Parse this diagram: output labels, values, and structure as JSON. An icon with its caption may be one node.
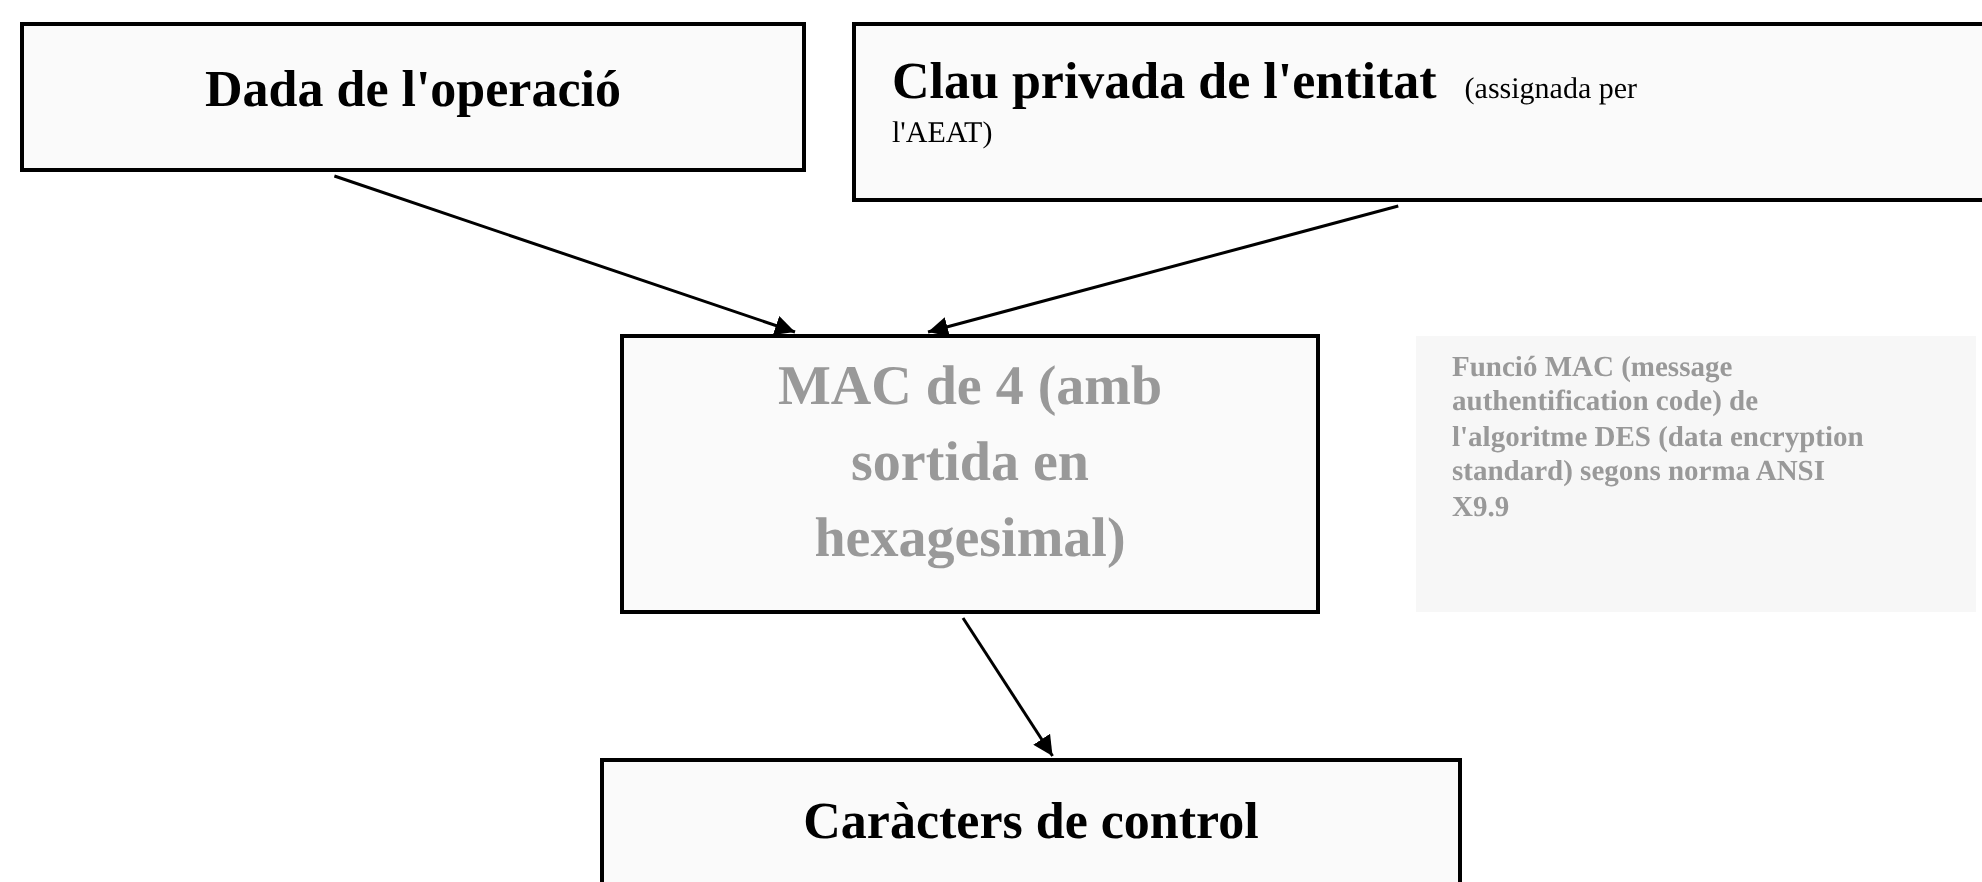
{
  "diagram": {
    "nodes": [
      {
        "text": [
          "Dada de l'operació"
        ]
      },
      {
        "text": [
          "Clau privada de l'entitat",
          "(assignada per l'AEAT)"
        ]
      },
      {
        "text": [
          "MAC de 4 (amb sortida en hexagesimal)"
        ]
      },
      {
        "text": [
          "Funció MAC (message authentification code) de l'algoritme DES (data encryption standard) segons norma ANSI X9.9"
        ]
      },
      {
        "text": [
          "Caràcters de control"
        ]
      }
    ],
    "edges": [
      {
        "from": 0,
        "to": 2,
        "arrow": "to"
      },
      {
        "from": 1,
        "to": 2,
        "arrow": "to"
      },
      {
        "from": 2,
        "to": 4,
        "arrow": "to"
      }
    ]
  }
}
